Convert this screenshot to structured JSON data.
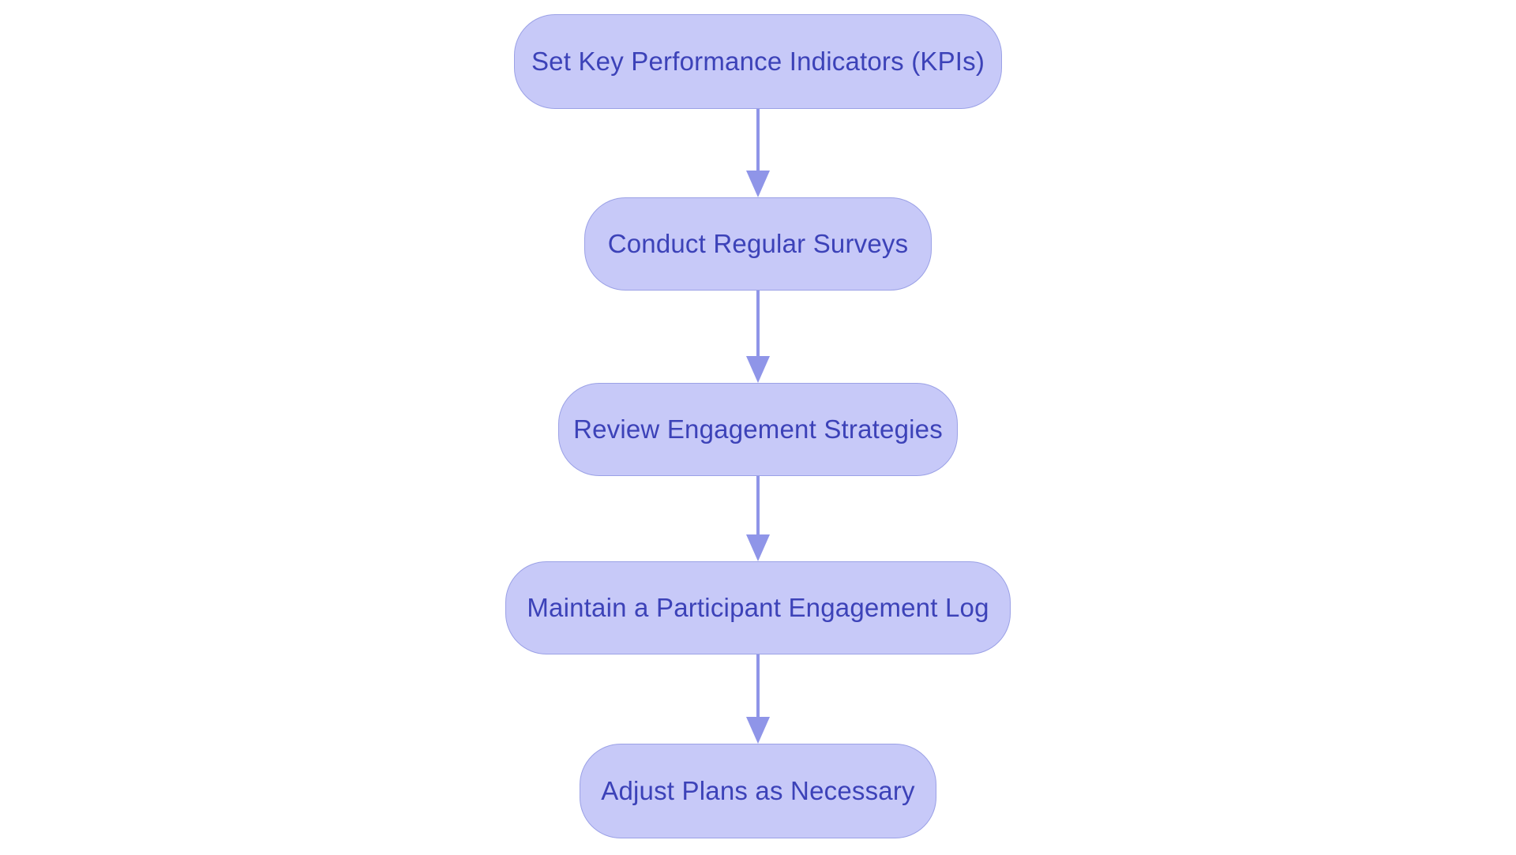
{
  "diagram": {
    "type": "flowchart",
    "direction": "top-down",
    "background_color": "#ffffff",
    "colors": {
      "node_fill": "#c7c9f8",
      "node_border": "#9ba1e6",
      "node_text": "#3c42b8",
      "arrow": "#8f95e8",
      "background": "#ffffff"
    },
    "nodes": [
      {
        "label": "Set Key Performance Indicators (KPIs)"
      },
      {
        "label": "Conduct Regular Surveys"
      },
      {
        "label": "Review Engagement Strategies"
      },
      {
        "label": "Maintain a Participant Engagement Log"
      },
      {
        "label": "Adjust Plans as Necessary"
      }
    ],
    "edges": [
      {
        "from": "Set Key Performance Indicators (KPIs)",
        "to": "Conduct Regular Surveys"
      },
      {
        "from": "Conduct Regular Surveys",
        "to": "Review Engagement Strategies"
      },
      {
        "from": "Review Engagement Strategies",
        "to": "Maintain a Participant Engagement Log"
      },
      {
        "from": "Maintain a Participant Engagement Log",
        "to": "Adjust Plans as Necessary"
      }
    ]
  }
}
